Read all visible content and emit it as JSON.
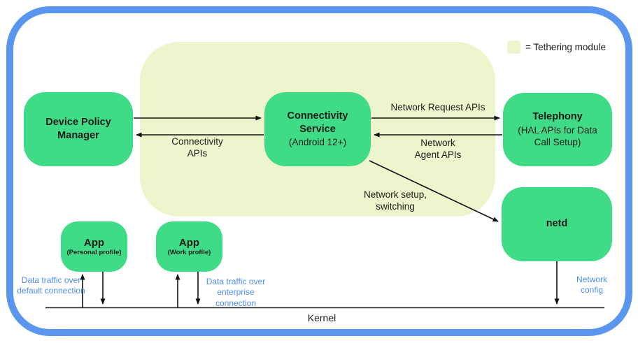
{
  "colors": {
    "box-green": "#3fdb86",
    "tether-yellow": "#edf5cc",
    "frame-blue": "#5b96ee",
    "label-blue": "#4d8df5",
    "text-dark": "#1c1c1c",
    "arrow-black": "#111111"
  },
  "legend": {
    "label": "= Tethering module"
  },
  "nodes": {
    "device_policy_manager": {
      "title": "Device Policy\nManager"
    },
    "connectivity_service": {
      "title": "Connectivity\nService",
      "subtitle": "(Android 12+)"
    },
    "telephony": {
      "title": "Telephony",
      "subtitle": "(HAL APIs for Data\nCall Setup)"
    },
    "netd": {
      "title": "netd"
    },
    "app_personal": {
      "title": "App",
      "subtitle": "(Personal profile)"
    },
    "app_work": {
      "title": "App",
      "subtitle": "(Work profile)"
    }
  },
  "edges": {
    "connectivity_apis": "Connectivity\nAPIs",
    "network_request_apis": "Network Request APIs",
    "network_agent_apis": "Network\nAgent APIs",
    "network_setup_switching": "Network setup,\nswitching",
    "data_traffic_default": "Data traffic over\ndefault connection",
    "data_traffic_enterprise": "Data traffic over\nenterprise connection",
    "network_config": "Network\nconfig",
    "kernel": "Kernel"
  }
}
